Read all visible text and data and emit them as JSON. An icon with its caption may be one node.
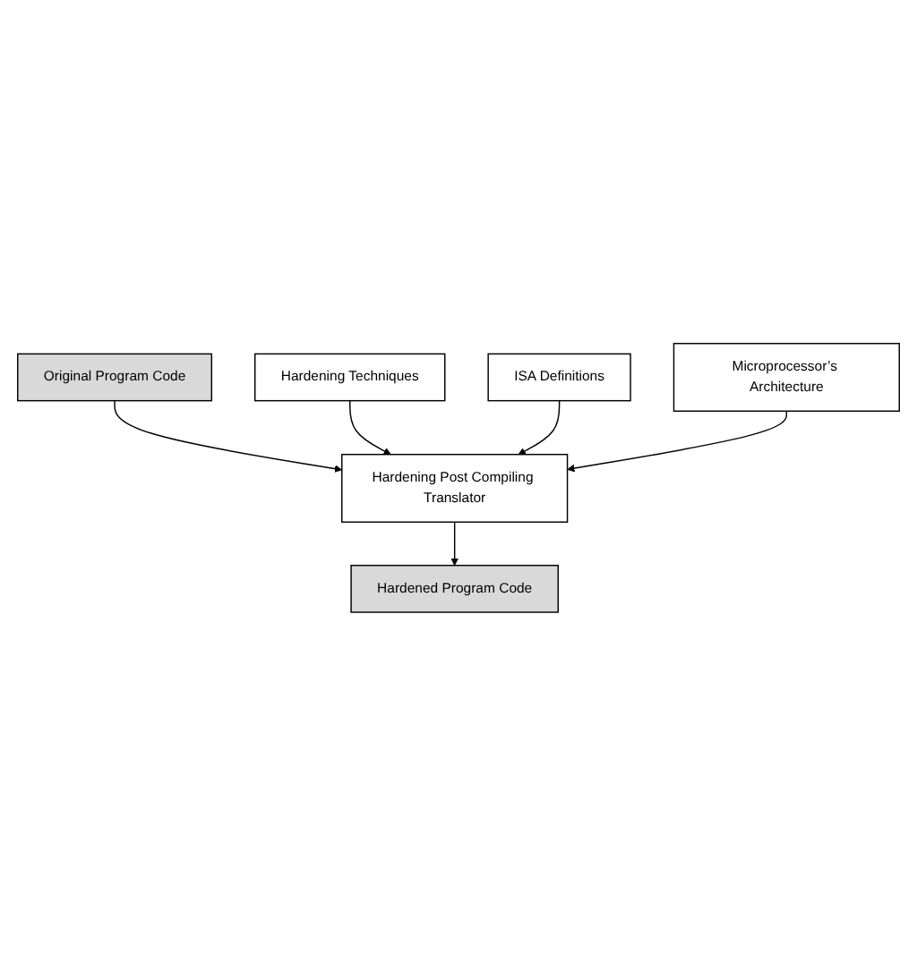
{
  "diagram": {
    "nodes": [
      {
        "text": [
          "Original Program Code"
        ]
      },
      {
        "text": [
          "Hardening Post Compiling Translator"
        ]
      },
      {
        "text": [
          "Hardening Techniques"
        ]
      },
      {
        "text": [
          "ISA Definitions"
        ]
      },
      {
        "text": [
          "Microprocessor’s Architecture"
        ]
      },
      {
        "text": [
          "Hardened Program Code"
        ]
      }
    ],
    "edges": [
      {
        "from": 0,
        "to": 1,
        "arrow": "to"
      },
      {
        "from": 2,
        "to": 1,
        "arrow": "to"
      },
      {
        "from": 3,
        "to": 1,
        "arrow": "to"
      },
      {
        "from": 4,
        "to": 1,
        "arrow": "to"
      },
      {
        "from": 1,
        "to": 5,
        "arrow": "to"
      }
    ]
  }
}
